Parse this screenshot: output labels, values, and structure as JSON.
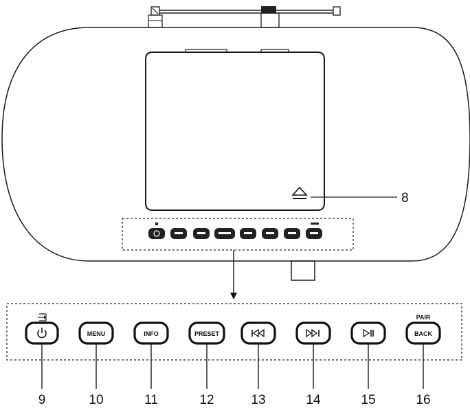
{
  "callouts": {
    "eject": "8",
    "power": "9",
    "menu": "10",
    "info": "11",
    "preset": "12",
    "prev": "13",
    "next": "14",
    "play": "15",
    "back": "16"
  },
  "buttons": {
    "menu": "MENU",
    "info": "INFO",
    "preset": "PRESET",
    "back": "BACK",
    "pair": "PAIR"
  }
}
